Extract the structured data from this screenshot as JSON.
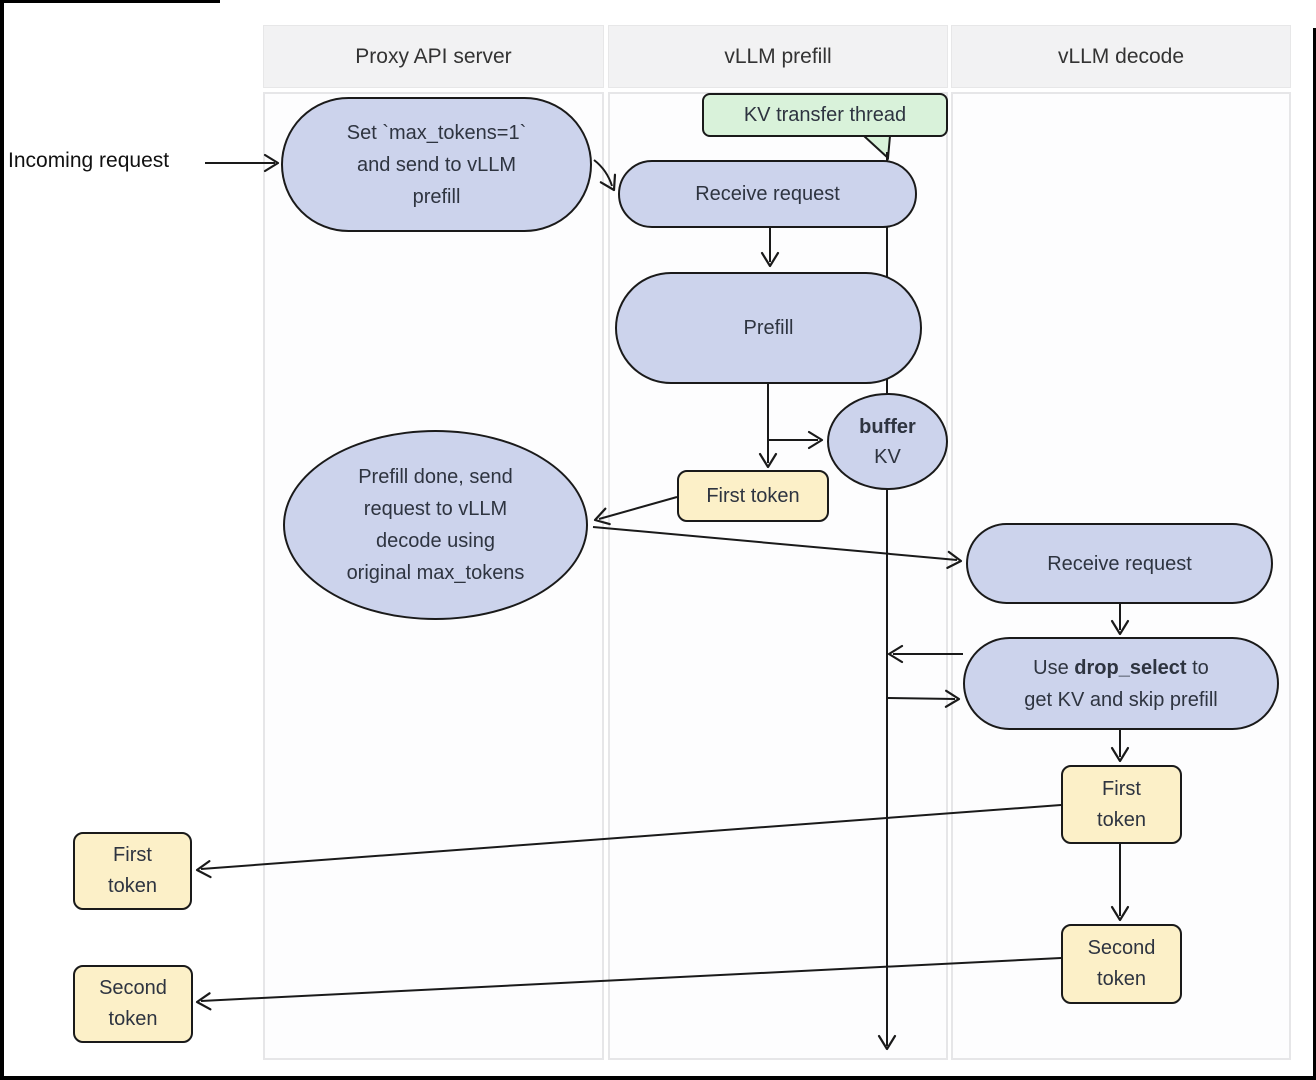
{
  "lanes": {
    "proxy": {
      "title": "Proxy API server"
    },
    "prefill": {
      "title": "vLLM prefill"
    },
    "decode": {
      "title": "vLLM decode"
    }
  },
  "external": {
    "incoming_label": "Incoming request"
  },
  "nodes": {
    "set_max_tokens": {
      "label": "Set `max_tokens=1`\nand send to vLLM\nprefill"
    },
    "kv_transfer_thread": {
      "label": "KV transfer thread"
    },
    "receive_request_prefill": {
      "label": "Receive request"
    },
    "prefill": {
      "label": "Prefill"
    },
    "buffer_kv": {
      "bold": "buffer",
      "rest": "KV"
    },
    "first_token_prefill": {
      "label": "First token"
    },
    "prefill_done": {
      "label": "Prefill done, send\nrequest to vLLM\ndecode using\noriginal max_tokens"
    },
    "receive_request_decode": {
      "label": "Receive request"
    },
    "drop_select": {
      "pre": "Use ",
      "bold": "drop_select",
      "post": " to\nget KV and skip prefill"
    },
    "first_token_decode": {
      "label": "First\ntoken"
    },
    "second_token_decode": {
      "label": "Second\ntoken"
    },
    "first_token_out": {
      "label": "First\ntoken"
    },
    "second_token_out": {
      "label": "Second\ntoken"
    }
  },
  "edges": [
    {
      "from": "incoming-request",
      "to": "set-max-tokens"
    },
    {
      "from": "set-max-tokens",
      "to": "receive-request-prefill"
    },
    {
      "from": "receive-request-prefill",
      "to": "prefill"
    },
    {
      "from": "prefill",
      "to": "first-token-prefill"
    },
    {
      "from": "prefill",
      "to": "buffer-kv"
    },
    {
      "from": "first-token-prefill",
      "to": "prefill-done"
    },
    {
      "from": "prefill-done",
      "to": "receive-request-decode"
    },
    {
      "from": "receive-request-decode",
      "to": "drop-select"
    },
    {
      "from": "drop-select",
      "to": "kv-transfer-thread-line"
    },
    {
      "from": "kv-transfer-thread-line",
      "to": "drop-select"
    },
    {
      "from": "drop-select",
      "to": "first-token-decode"
    },
    {
      "from": "first-token-decode",
      "to": "first-token-out"
    },
    {
      "from": "first-token-decode",
      "to": "second-token-decode"
    },
    {
      "from": "second-token-decode",
      "to": "second-token-out"
    },
    {
      "from": "kv-transfer-thread",
      "to": "bottom-of-diagram"
    }
  ],
  "colors": {
    "node_fill": "#ccd3ec",
    "token_fill": "#fcf0c8",
    "thread_fill": "#d9f2da",
    "shape_border": "#1a1a1a",
    "edge": "#1a1a1a",
    "lane_header_fill": "#f2f2f3",
    "lane_body_fill": "#fdfdfe",
    "lane_border": "#e6e6e8",
    "text": "#2e3440"
  }
}
